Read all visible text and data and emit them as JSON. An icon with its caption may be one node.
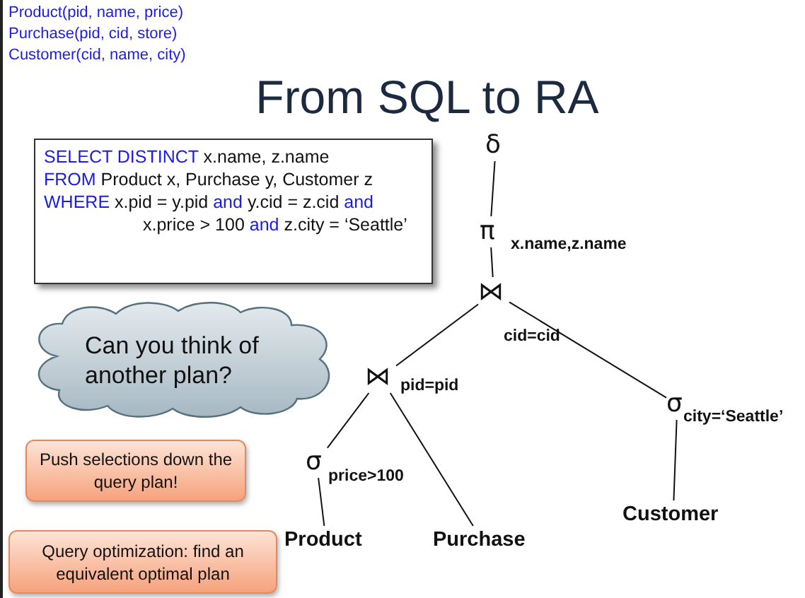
{
  "diagram": {
    "title": "From SQL to RA",
    "nodes": [
      {
        "text": [
          "**SELECT DISTINCT** x.name, z.name",
          "**FROM** Product x, Purchase y, Customer z",
          "**WHERE** x.pid = y.pid **and** y.cid = z.cid **and** x.price > 100 **and** z.city =  ‘Seattle’"
        ]
      },
      {
        "text": [
          "δ"
        ]
      },
      {
        "text": [
          "π"
        ],
        "beside": [
          "x.name,z.name"
        ]
      },
      {
        "text": [
          "⋈"
        ],
        "beside": [
          "cid=cid"
        ]
      },
      {
        "text": [
          "Can you think of another plan?"
        ]
      },
      {
        "text": [
          "⋈"
        ],
        "beside": [
          "pid=pid"
        ]
      },
      {
        "text": [
          "σ"
        ],
        "beside": [
          "city=‘Seattle’"
        ]
      },
      {
        "text": [
          "Push selections down the query plan!"
        ]
      },
      {
        "text": [
          "σ"
        ],
        "beside": [
          "price>100"
        ]
      },
      {
        "text": [
          "Query optimization: find an equivalent optimal plan"
        ]
      },
      {
        "text": [
          "Product"
        ]
      },
      {
        "text": [
          "Purchase"
        ]
      },
      {
        "text": [
          "Customer"
        ]
      }
    ],
    "edges": [
      {
        "from": 1,
        "to": 2,
        "arrow": "none"
      },
      {
        "from": 2,
        "to": 3,
        "arrow": "none"
      },
      {
        "from": 3,
        "to": 5,
        "arrow": "none"
      },
      {
        "from": 3,
        "to": 6,
        "arrow": "none"
      },
      {
        "from": 5,
        "to": 8,
        "arrow": "none"
      },
      {
        "from": 5,
        "to": 11,
        "arrow": "none"
      },
      {
        "from": 8,
        "to": 10,
        "arrow": "none"
      },
      {
        "from": 6,
        "to": 12,
        "arrow": "none"
      }
    ],
    "labels": [
      "Product(pid, name, price)",
      "Purchase(pid, cid, store)",
      "Customer(cid, name, city)"
    ]
  }
}
